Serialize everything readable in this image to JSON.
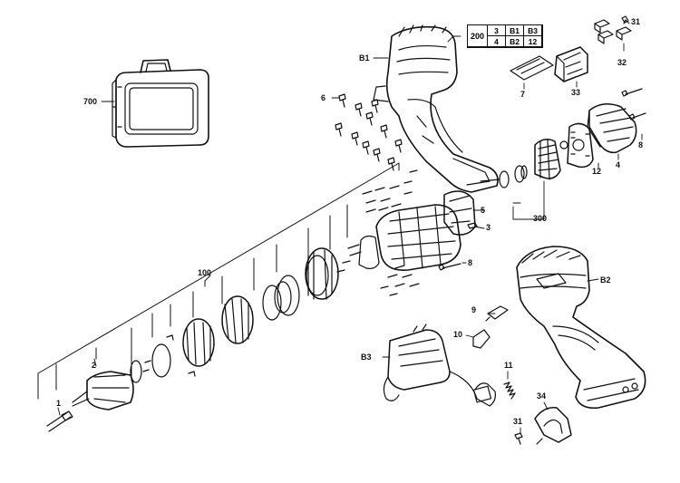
{
  "callouts": {
    "c1": "1",
    "c2": "2",
    "c3": "3",
    "c4": "4",
    "c5": "5",
    "c6": "6",
    "c7": "7",
    "c8a": "8",
    "c8b": "8",
    "c9": "9",
    "c10": "10",
    "c11": "11",
    "c12": "12",
    "c31a": "31",
    "c31b": "31",
    "c32": "32",
    "c33": "33",
    "c34": "34",
    "c100": "100",
    "c300": "300",
    "c700": "700",
    "cB1": "B1",
    "cB2": "B2",
    "cB3": "B3"
  },
  "reference_table": {
    "main": "200",
    "row1": [
      "3",
      "B1",
      "B3"
    ],
    "row2": [
      "4",
      "B2",
      "12"
    ]
  }
}
